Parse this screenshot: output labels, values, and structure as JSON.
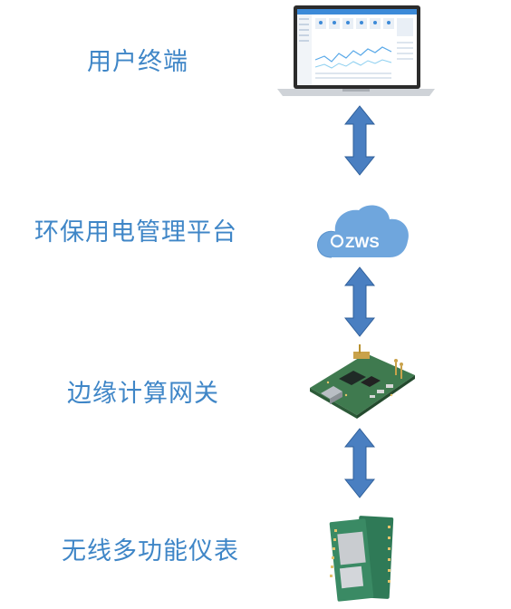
{
  "colors": {
    "label_text": "#3f86c7",
    "arrow_fill": "#4a7fc1",
    "arrow_stroke": "#2f5f9a",
    "cloud_fill": "#6fa6dd"
  },
  "layers": [
    {
      "label": "用户终端",
      "icon": "laptop-icon"
    },
    {
      "label": "环保用电管理平台",
      "icon": "cloud-icon",
      "icon_text": "ZWS"
    },
    {
      "label": "边缘计算网关",
      "icon": "circuit-board-icon"
    },
    {
      "label": "无线多功能仪表",
      "icon": "wireless-module-icon"
    }
  ],
  "connectors": [
    {
      "between": [
        "用户终端",
        "环保用电管理平台"
      ],
      "direction": "bidirectional"
    },
    {
      "between": [
        "环保用电管理平台",
        "边缘计算网关"
      ],
      "direction": "bidirectional"
    },
    {
      "between": [
        "边缘计算网关",
        "无线多功能仪表"
      ],
      "direction": "bidirectional"
    }
  ]
}
